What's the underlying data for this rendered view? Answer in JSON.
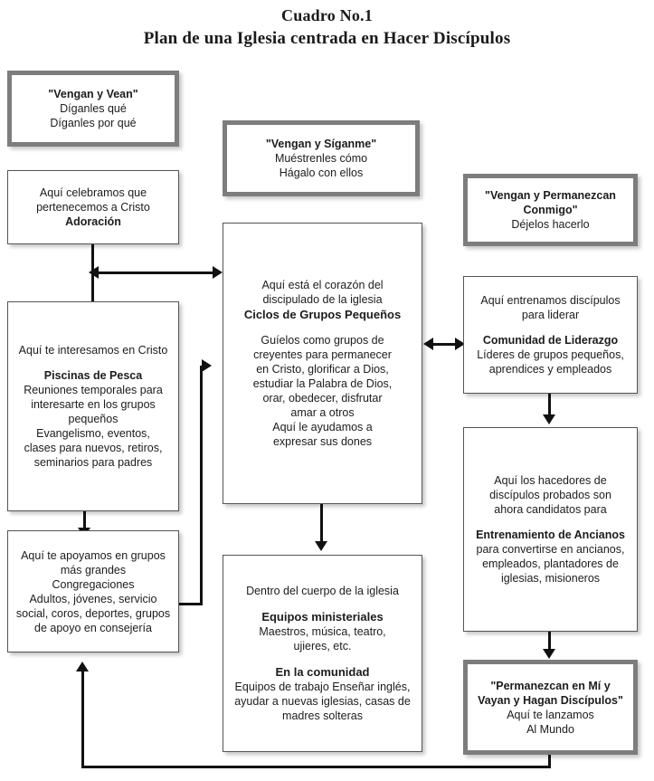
{
  "title": {
    "line1": "Cuadro No.1",
    "line2": "Plan de una Iglesia centrada en Hacer Discípulos"
  },
  "colors": {
    "thick_border": "#7d7d7d",
    "thin_border": "#555555",
    "connector": "#111111",
    "text": "#1c1c1c",
    "background": "#ffffff"
  },
  "boxes": {
    "vengan_y_vean": {
      "name": "\"Vengan y Vean\"",
      "line2": "Díganles qué",
      "line3": "Díganles por qué"
    },
    "vengan_y_siganme": {
      "name": "\"Vengan y Síganme\"",
      "line2": "Muéstrenles cómo",
      "line3": "Hágalo con ellos"
    },
    "vengan_y_permanezcan": {
      "name": "\"Vengan y Permanezcan",
      "name2": "Conmigo\"",
      "line3": "Déjelos hacerlo"
    },
    "adoracion": {
      "line1": "Aquí celebramos que",
      "line2": "pertenecemos a Cristo",
      "heading": "Adoración"
    },
    "piscinas": {
      "line1": "Aquí te interesamos en Cristo",
      "heading": "Piscinas de Pesca",
      "line2": "Reuniones temporales para",
      "line3": "interesarte en los grupos",
      "line4": "pequeños",
      "line5": "Evangelismo, eventos,",
      "line6": "clases para nuevos, retiros,",
      "line7": "seminarios para padres"
    },
    "congregaciones": {
      "line1": "Aquí te apoyamos en grupos",
      "line2": "más grandes",
      "line3": "Congregaciones",
      "line4": "Adultos, jóvenes, servicio",
      "line5": "social, coros, deportes, grupos",
      "line6": "de apoyo en consejería"
    },
    "ciclos": {
      "line1": "Aquí está el corazón del",
      "line2": "discipulado de la iglesia",
      "heading": "Ciclos de Grupos Pequeños",
      "line3": "Guíelos como grupos de",
      "line4": "creyentes para permanecer",
      "line5": "en Cristo, glorificar a Dios,",
      "line6": "estudiar la Palabra de Dios,",
      "line7": "orar, obedecer, disfrutar",
      "line8": "amar a otros",
      "line9": "Aquí le ayudamos a",
      "line10": "expresar sus dones"
    },
    "equipos": {
      "line1": "Dentro del cuerpo de la iglesia",
      "heading1": "Equipos ministeriales",
      "line2": "Maestros, música, teatro,",
      "line3": "ujieres, etc.",
      "heading2": "En la comunidad",
      "line4": "Equipos de trabajo Enseñar inglés,",
      "line5": "ayudar a nuevas iglesias, casas de",
      "line6": "madres solteras"
    },
    "liderazgo": {
      "line1": "Aquí entrenamos discípulos",
      "line2": "para liderar",
      "heading": "Comunidad de Liderazgo",
      "line3": "Líderes de grupos pequeños,",
      "line4": "aprendices y empleados"
    },
    "ancianos": {
      "line1": "Aquí los hacedores de",
      "line2": "discípulos probados son",
      "line3": "ahora candidatos para",
      "heading": "Entrenamiento de Ancianos",
      "line4": "para convertirse en ancianos,",
      "line5": "empleados, plantadores de",
      "line6": "iglesias, misioneros"
    },
    "permanezcan": {
      "name": "\"Permanezcan en Mí y",
      "name2": "Vayan y Hagan Discípulos\"",
      "line3": "Aquí te lanzamos",
      "line4": "Al Mundo"
    }
  }
}
